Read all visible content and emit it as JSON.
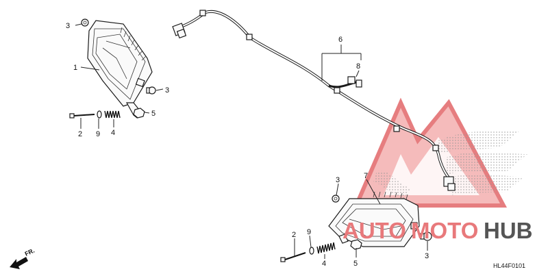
{
  "diagram": {
    "code": "HL44F0101",
    "front_label": "FR.",
    "callouts": {
      "c1": "1",
      "c2a": "2",
      "c2b": "2",
      "c3a": "3",
      "c3b": "3",
      "c3c": "3",
      "c3d": "3",
      "c4a": "4",
      "c4b": "4",
      "c5a": "5",
      "c5b": "5",
      "c6": "6",
      "c7": "7",
      "c8": "8",
      "c9a": "9",
      "c9b": "9"
    }
  },
  "watermark": {
    "part1": "AUTO",
    "part2": "MOTO",
    "part3": "HUB",
    "colors": {
      "red": "#e8797b",
      "dark": "#555555"
    }
  }
}
